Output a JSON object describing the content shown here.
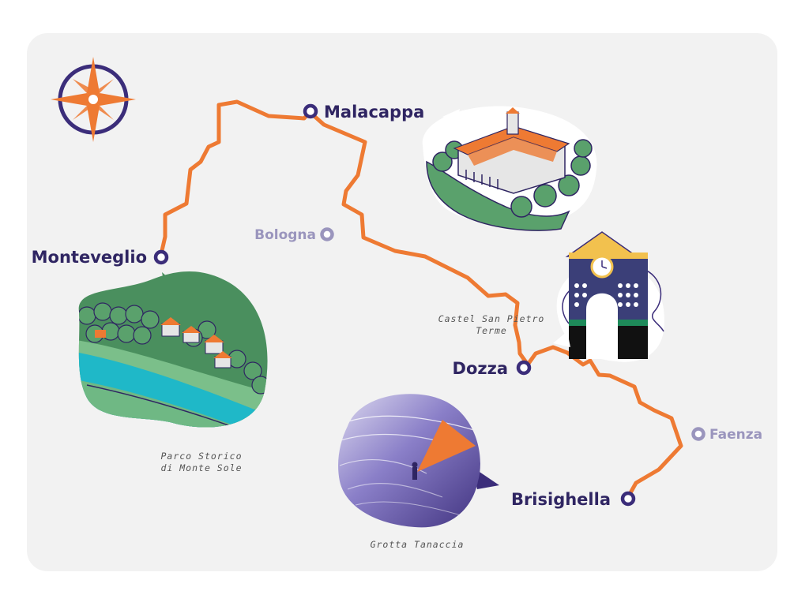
{
  "map": {
    "colors": {
      "background": "#f2f2f2",
      "route": "#ee7a33",
      "primary_town": "#2f2562",
      "secondary_city": "#9a95bd",
      "green": "#5aa16c",
      "purple": "#3b2d7a"
    },
    "towns": [
      {
        "id": "malacappa",
        "label": "Malacappa"
      },
      {
        "id": "monteveglio",
        "label": "Monteveglio"
      },
      {
        "id": "dozza",
        "label": "Dozza"
      },
      {
        "id": "brisighella",
        "label": "Brisighella"
      }
    ],
    "cities": [
      {
        "id": "bologna",
        "label": "Bologna"
      },
      {
        "id": "faenza",
        "label": "Faenza"
      }
    ],
    "points_of_interest": [
      {
        "id": "castel-san-pietro",
        "lines": [
          "Castel San Pietro",
          "Terme"
        ]
      },
      {
        "id": "parco-storico",
        "lines": [
          "Parco Storico",
          "di Monte Sole"
        ]
      },
      {
        "id": "grotta",
        "lines": [
          "Grotta Tanaccia"
        ]
      }
    ],
    "icons": [
      "compass-rose-icon",
      "castle-illustration",
      "clock-tower-illustration",
      "village-illustration",
      "cave-illustration"
    ]
  }
}
